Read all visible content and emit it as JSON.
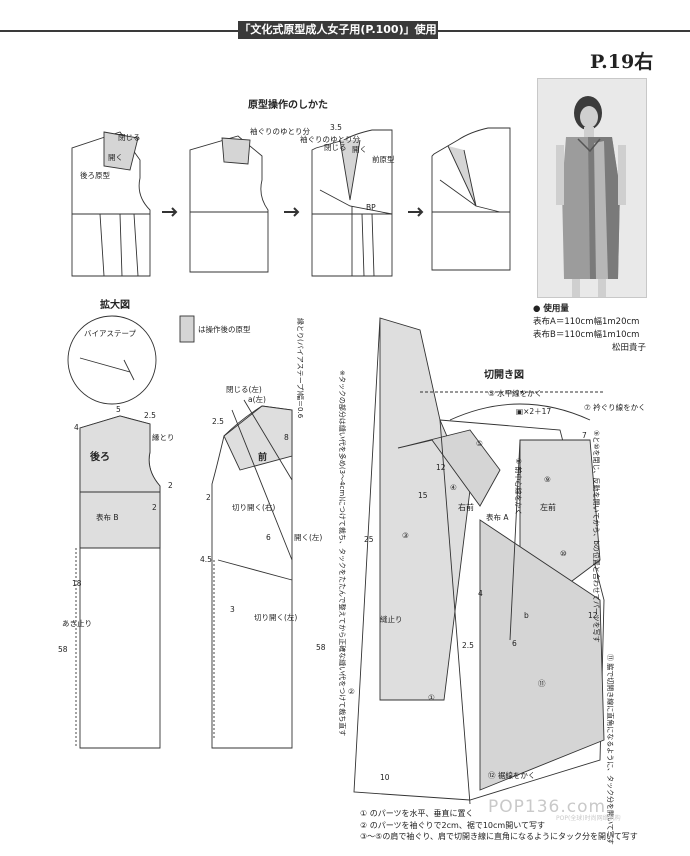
{
  "header": {
    "label": "「文化式原型成人女子用(P.100)」使用",
    "page": "P.19右"
  },
  "sections": {
    "pattern_ops": "原型操作のしかた",
    "enlarged": "拡大図",
    "cutopen": "切開き図"
  },
  "info": {
    "title": "● 使用量",
    "line_a": "表布A＝110cm幅1m20cm",
    "line_b": "表布B＝110cm幅1m10cm",
    "author": "松田貴子"
  },
  "labels": {
    "close1": "閉じる",
    "open1": "開く",
    "back_proto": "後ろ原型",
    "sleeve_ease1": "袖ぐりのゆとり分",
    "sleeve_ease2": "袖ぐりのゆとり分",
    "close2": "閉じる",
    "open2": "開く",
    "front_proto": "前原型",
    "bp": "BP",
    "n35": "3.5",
    "bias_tape": "バイアステープ",
    "op_note": "は操作後の原型",
    "back": "後ろ",
    "edge": "縁とり",
    "fabric_b": "表布 B",
    "opening": "あき止り",
    "n5": "5",
    "n25": "2.5",
    "n4": "4",
    "n2": "2",
    "n2b": "2",
    "n18": "18",
    "n58": "58",
    "close_left": "閉じる(左)",
    "a_left": "a(左)",
    "front": "前",
    "cut_open_right": "切り開く(右)",
    "open_left": "開く(左)",
    "cut_open_left": "切り開く(左)",
    "n25b": "2.5",
    "n8": "8",
    "n2c": "2",
    "n6": "6",
    "n45": "4.5",
    "n3": "3",
    "n58b": "58",
    "a": "a",
    "bias_note": "縁とり(バイアステープ)幅＝0.6",
    "tuck_note": "※タックの部分は縫い代を多め(3〜4cm)につけて裁ち、タックをたたんで整えてから正確な縫い代をつけて裁ち直す",
    "c5": "⑤ 水平線をかく",
    "c7": "⑦ 衿ぐり線をかく",
    "c_x17": "▣×2＋17",
    "c_center": "⑧ 前中心線をかく",
    "c9": "⑨と⑩を閉じ、反動を開いてから、bの位置と合わせてパーツを写す",
    "fabric_a": "表布 A",
    "right_front": "右前",
    "left_front": "左前",
    "c11": "⑪ 脇で切開き線に直角になるように、タック分を開いて写す",
    "c12": "⑫ 裾線をかく",
    "edge_stop": "縫止り",
    "n12": "12",
    "n15": "15",
    "n25c": "25",
    "n10": "10",
    "n12b": "12",
    "n6b": "6",
    "n4b": "4",
    "n7": "7",
    "n25d": "2.5",
    "p1": "①",
    "p2": "②",
    "p3": "③",
    "p4": "④",
    "p5": "⑤",
    "p9": "⑨",
    "p10": "⑩",
    "p11": "⑪",
    "b": "b"
  },
  "notes": {
    "n1": "① のパーツを水平、垂直に置く",
    "n2": "② のパーツを袖ぐりで2cm、裾で10cm開いて写す",
    "n3": "③〜⑤の肩で袖ぐり、肩で切開き線に直角になるようにタック分を開いて写す"
  },
  "watermark": {
    "main": "POP136.com",
    "sub": "POP(全球)时尚网络机构"
  }
}
